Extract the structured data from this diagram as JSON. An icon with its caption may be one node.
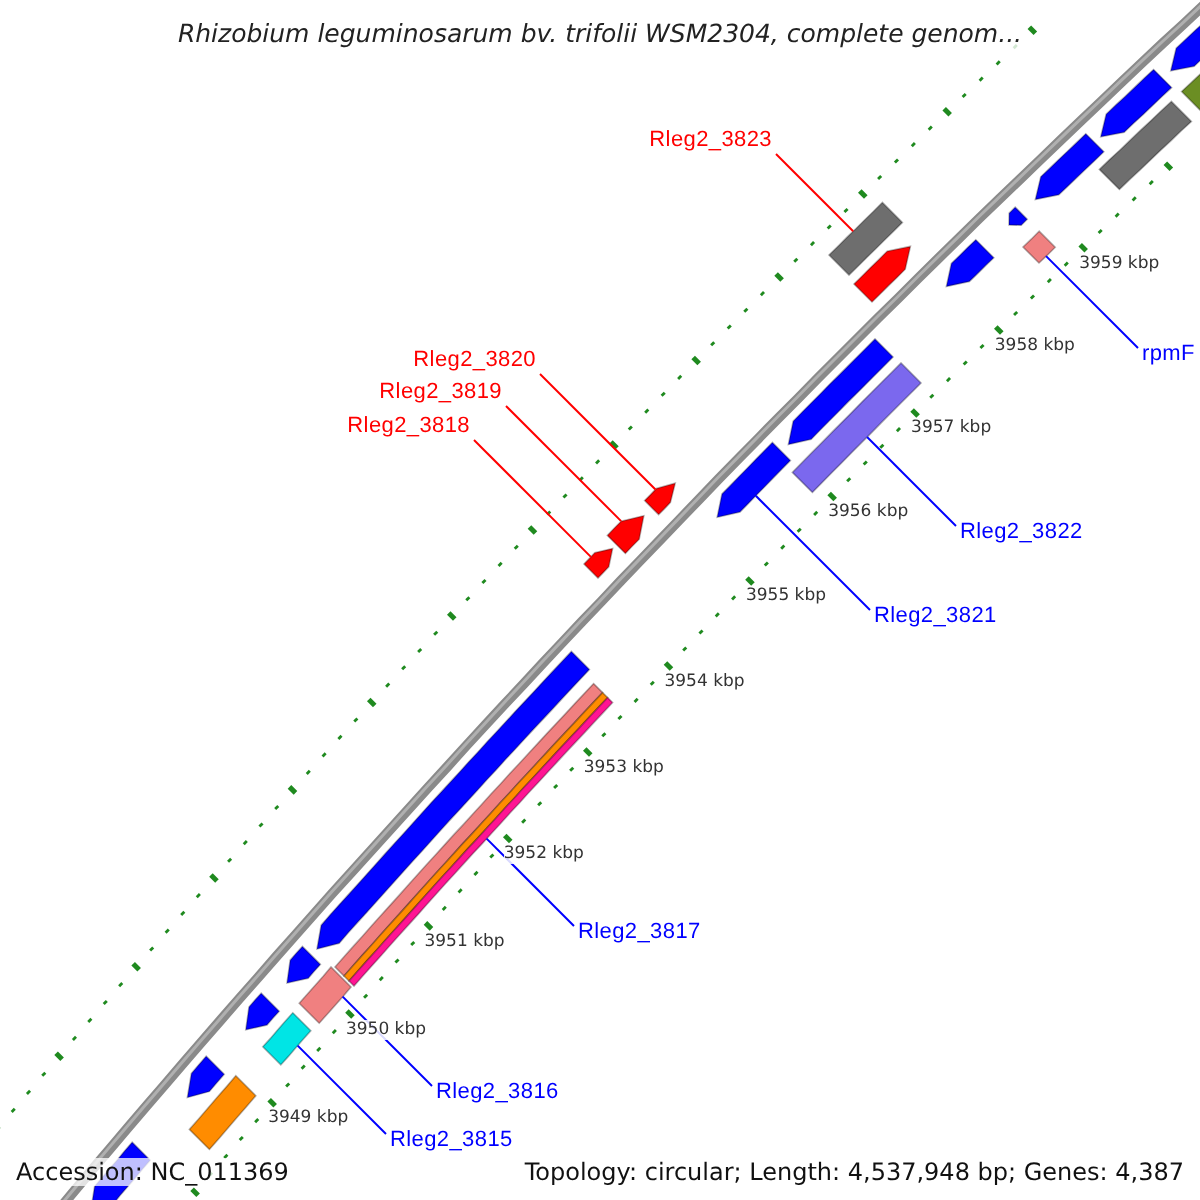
{
  "diagram": {
    "title": "Rhizobium leguminosarum bv. trifolii WSM2304, complete genom...",
    "nodes": [
      {
        "text": [
          "Rleg2_3823"
        ]
      },
      {
        "text": [],
        "shape": "bar"
      },
      {
        "text": [
          "rpmF"
        ]
      },
      {
        "text": [],
        "shape": "bar"
      },
      {
        "text": [
          "Rleg2_3820"
        ]
      },
      {
        "text": [
          "Rleg2_3819"
        ]
      },
      {
        "text": [
          "Rleg2_3818"
        ]
      },
      {
        "text": [],
        "shape": "arrow"
      },
      {
        "text": [],
        "shape": "arrow"
      },
      {
        "text": [],
        "shape": "arrow"
      },
      {
        "text": [
          "Rleg2_3822"
        ]
      },
      {
        "text": [],
        "shape": "bar"
      },
      {
        "text": [
          "Rleg2_3821"
        ]
      },
      {
        "text": [],
        "shape": "arrow"
      },
      {
        "text": [
          "Rleg2_3817"
        ]
      },
      {
        "text": [],
        "shape": "bar"
      },
      {
        "text": [
          "Rleg2_3816"
        ]
      },
      {
        "text": [],
        "shape": "bar"
      },
      {
        "text": [
          "Rleg2_3815"
        ]
      },
      {
        "text": [],
        "shape": "bar"
      },
      {
        "text": [],
        "shape": "arrow"
      },
      {
        "text": [],
        "shape": "arrow"
      },
      {
        "text": [],
        "shape": "arrow"
      },
      {
        "text": [],
        "shape": "arrow"
      },
      {
        "text": [],
        "shape": "arrow"
      },
      {
        "text": [],
        "shape": "arrow"
      },
      {
        "text": [],
        "shape": "arrow"
      },
      {
        "text": [],
        "shape": "arrow"
      },
      {
        "text": [],
        "shape": "arrow"
      },
      {
        "text": [],
        "shape": "arrow"
      },
      {
        "text": [],
        "shape": "arrow"
      },
      {
        "text": [],
        "shape": "bar"
      },
      {
        "text": [],
        "shape": "bar"
      },
      {
        "text": [],
        "shape": "bar"
      },
      {
        "text": [],
        "shape": "arrow"
      }
    ],
    "edges": [
      {
        "from": 0,
        "to": 1,
        "arrow": "none",
        "color": "#ff0000"
      },
      {
        "from": 2,
        "to": 3,
        "arrow": "none"
      },
      {
        "from": 4,
        "to": 7,
        "arrow": "none",
        "color": "#ff0000"
      },
      {
        "from": 5,
        "to": 8,
        "arrow": "none",
        "color": "#ff0000"
      },
      {
        "from": 6,
        "to": 9,
        "arrow": "none",
        "color": "#ff0000"
      },
      {
        "from": 10,
        "to": 11,
        "arrow": "none"
      },
      {
        "from": 12,
        "to": 13,
        "arrow": "none"
      },
      {
        "from": 14,
        "to": 15,
        "arrow": "none"
      },
      {
        "from": 16,
        "to": 17,
        "arrow": "none"
      },
      {
        "from": 18,
        "to": 19,
        "arrow": "none"
      }
    ],
    "labels": [
      "3959 kbp",
      "3958 kbp",
      "3957 kbp",
      "3956 kbp",
      "3955 kbp",
      "3954 kbp",
      "3953 kbp",
      "3952 kbp",
      "3951 kbp",
      "3950 kbp",
      "3949 kbp",
      "Accession: NC_011369",
      "Topology: circular; Length: 4,537,948 bp; Genes: 4,387"
    ]
  }
}
